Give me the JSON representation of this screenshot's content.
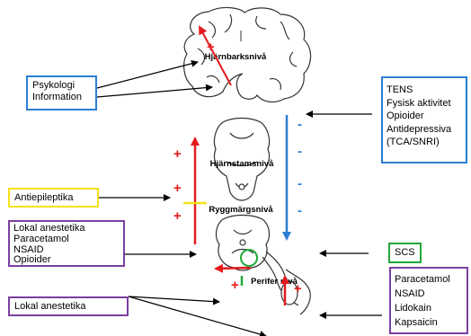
{
  "colors": {
    "ascending": "#e41a1c",
    "descending": "#2a7fd4",
    "scs": "#21a83a",
    "antiepileptic": "#f5e11b",
    "box_psych": "#2a7fd4",
    "box_tens": "#2a7fd4",
    "box_purple": "#7b3fa0",
    "box_yellow": "#f5e11b",
    "box_green": "#21a83a"
  },
  "levels": {
    "cortex": "Hjärnbarksnivå",
    "brainstem": "Hjärnstamsnivå",
    "spinal": "Ryggmärgsnivå",
    "peripheral": "Perifer nivå"
  },
  "signs": {
    "plus": "+",
    "minus": "-"
  },
  "boxes": {
    "psychology": [
      "Psykologi",
      "Information"
    ],
    "central": [
      "TENS",
      "Fysisk aktivitet",
      "Opioider",
      "Antidepressiva",
      "(TCA/SNRI)"
    ],
    "antiepileptic": [
      "Antiepileptika"
    ],
    "spinal_drugs": [
      "Lokal anestetika",
      "Paracetamol",
      "NSAID",
      "Opioider"
    ],
    "scs": [
      "SCS"
    ],
    "local_anesthetics": [
      "Lokal anestetika"
    ],
    "peripheral_drugs": [
      "Paracetamol",
      "NSAID",
      "Lidokain",
      "Kapsaicin"
    ]
  }
}
